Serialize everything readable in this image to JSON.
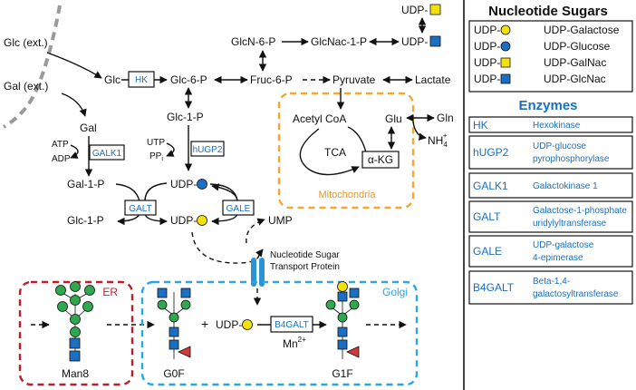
{
  "pathway": {
    "glc_ext": "Glc (ext.)",
    "gal_ext": "Gal (ext.)",
    "glc": "Glc",
    "hk": "HK",
    "glc6p": "Glc-6-P",
    "fruc6p": "Fruc-6-P",
    "pyruvate": "Pyruvate",
    "lactate": "Lactate",
    "glcn6p": "GlcN-6-P",
    "glcnac1p": "GlcNac-1-P",
    "udp": "UDP-",
    "glc1p_top": "Glc-1-P",
    "utp": "UTP",
    "ppi": "PP",
    "ppi_sub": "i",
    "hugp2": "hUGP2",
    "gal": "Gal",
    "atp": "ATP",
    "adp": "ADP",
    "galk1": "GALK1",
    "gal1p": "Gal-1-P",
    "glc1p": "Glc-1-P",
    "galt": "GALT",
    "gale": "GALE",
    "ump": "UMP",
    "acetyl_coa": "Acetyl CoA",
    "tca": "TCA",
    "akg": "α-KG",
    "glu": "Glu",
    "gln": "Gln",
    "nh4": "NH",
    "nh4_sub": "4",
    "nh4_sup": "+",
    "mitochondria": "Mitochondria",
    "transporter_line1": "Nucleotide Sugar",
    "transporter_line2": "Transport Protein",
    "er": "ER",
    "golgi": "Golgi",
    "man8": "Man8",
    "g0f": "G0F",
    "g1f": "G1F",
    "plus": "+",
    "b4galt": "B4GALT",
    "mn": "Mn",
    "mn_sup": "2+"
  },
  "legend": {
    "title": "Nucleotide Sugars",
    "sugars": [
      {
        "prefix": "UDP-",
        "shape": "circle",
        "color": "#f5e10a",
        "name": "UDP-Galactose"
      },
      {
        "prefix": "UDP-",
        "shape": "circle",
        "color": "#1a6fc2",
        "name": "UDP-Glucose"
      },
      {
        "prefix": "UDP-",
        "shape": "square",
        "color": "#f5e10a",
        "name": "UDP-GalNac"
      },
      {
        "prefix": "UDP-",
        "shape": "square",
        "color": "#1a6fc2",
        "name": "UDP-GlcNac"
      }
    ],
    "enzymes_title": "Enzymes",
    "enzymes": [
      {
        "abbr": "HK",
        "lines": [
          "Hexokinase"
        ]
      },
      {
        "abbr": "hUGP2",
        "lines": [
          "UDP-glucose",
          "pyrophosphorylase"
        ]
      },
      {
        "abbr": "GALK1",
        "lines": [
          "Galactokinase 1"
        ]
      },
      {
        "abbr": "GALT",
        "lines": [
          "Galactose-1-phosphate",
          "uridylyltransferase"
        ]
      },
      {
        "abbr": "GALE",
        "lines": [
          "UDP-galactose",
          "4-epimerase"
        ]
      },
      {
        "abbr": "B4GALT",
        "lines": [
          "Beta-1,4-",
          "galactosyltransferase"
        ]
      }
    ]
  },
  "colors": {
    "blue": "#1a6fc2",
    "yellow": "#f5e10a",
    "green": "#2fa84f",
    "fucose_red": "#d23a3a",
    "mito_orange": "#f3a736",
    "er_red": "#b8202c",
    "golgi_blue": "#29a8e0",
    "transporter_blue": "#2a93d5",
    "membrane_gray": "#9a9a9a"
  }
}
